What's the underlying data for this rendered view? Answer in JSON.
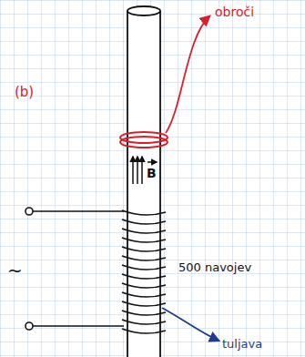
{
  "diagram": {
    "labels": [
      "obroči",
      "(b)",
      "B",
      "~",
      "500 navojev",
      "tuljava"
    ]
  }
}
